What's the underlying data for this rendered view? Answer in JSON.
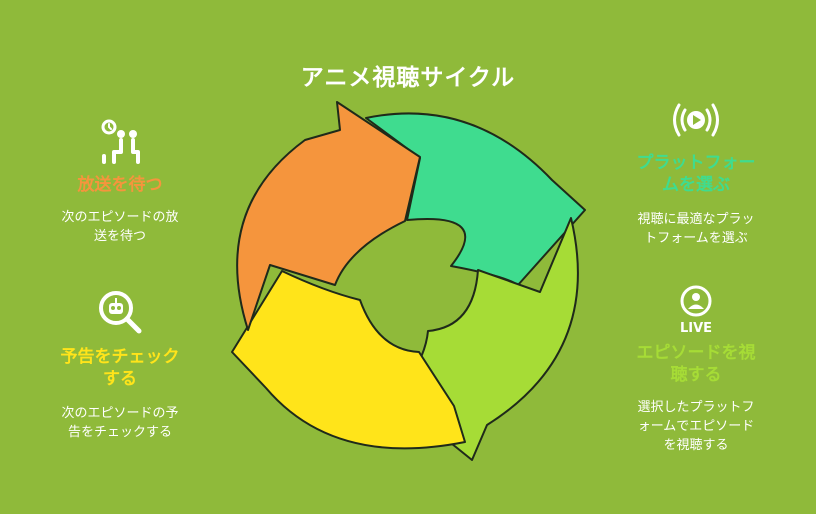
{
  "title": "アニメ視聴サイクル",
  "colors": {
    "background": "#8fba3a",
    "wait": "#f5953d",
    "platform": "#3fdc8f",
    "watch": "#a6dc36",
    "trailer": "#ffe41a",
    "outline": "#1f2a1a"
  },
  "steps": {
    "wait": {
      "icon": "waiting-people-icon",
      "heading": "放送を待つ",
      "desc_line1": "次のエピソードの放",
      "desc_line2": "送を待つ"
    },
    "trailer": {
      "icon": "search-magnifier-icon",
      "heading_line1": "予告をチェック",
      "heading_line2": "する",
      "desc_line1": "次のエピソードの予",
      "desc_line2": "告をチェックする"
    },
    "platform": {
      "icon": "broadcast-play-icon",
      "heading_line1": "プラットフォー",
      "heading_line2": "ムを選ぶ",
      "desc_line1": "視聴に最適なプラッ",
      "desc_line2": "トフォームを選ぶ"
    },
    "watch": {
      "icon": "live-streamer-icon",
      "live_label": "LIVE",
      "heading_line1": "エピソードを視",
      "heading_line2": "聴する",
      "desc_line1": "選択したプラットフ",
      "desc_line2": "ォームでエピソード",
      "desc_line3": "を視聴する"
    }
  }
}
